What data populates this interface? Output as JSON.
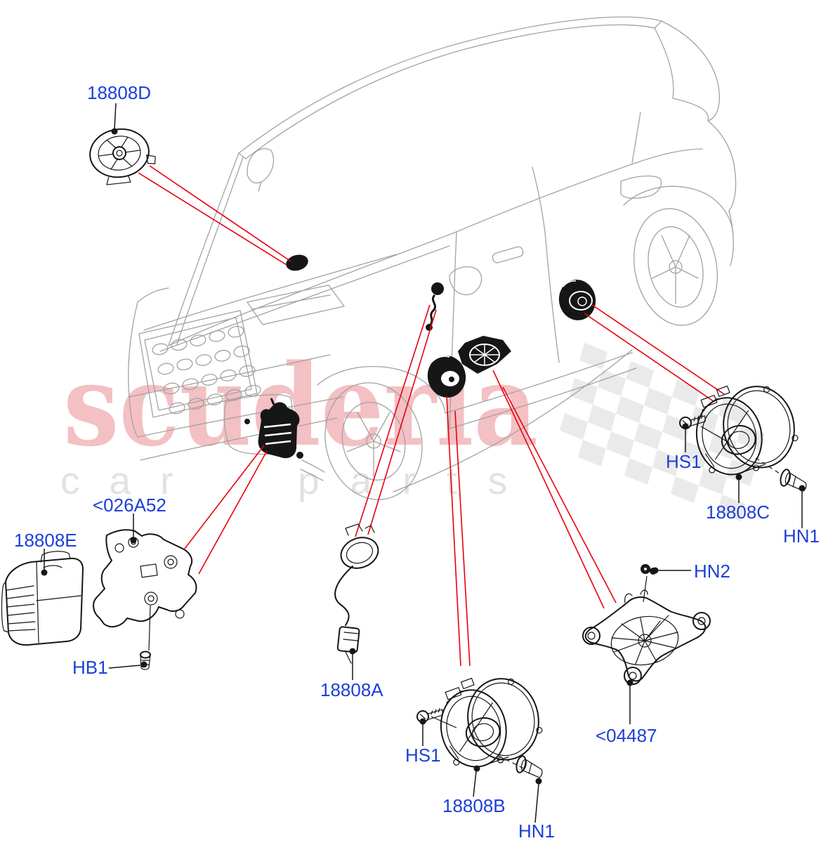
{
  "diagram": {
    "type": "vehicle-parts-exploded-diagram",
    "vehicle_icons": [
      "front-dash-speaker-location",
      "a-pillar-tweeter-location",
      "front-door-speaker-location",
      "front-door-bracket-location",
      "rear-door-speaker-location",
      "front-bumper-amplifier-location"
    ]
  },
  "watermark": {
    "brand": "scuderia",
    "word1": "car",
    "word2": "parts"
  },
  "colors": {
    "label_blue": "#1c3fd9",
    "leader_red": "#e8000d",
    "line_black": "#161616",
    "car_gray": "#a2a2a2",
    "brand_pink": "#f3c0c3",
    "watermark_gray": "#e2e2e2",
    "checker_gray": "#eaeaea"
  },
  "callouts": {
    "d18808D": {
      "label": "18808D",
      "part": "dash-speaker-icon"
    },
    "c026A52": {
      "label": "<026A52",
      "part": "amplifier-bracket-icon"
    },
    "d18808E": {
      "label": "18808E",
      "part": "subwoofer-amplifier-icon"
    },
    "hb1": {
      "label": "HB1",
      "part": "bolt-icon"
    },
    "d18808A": {
      "label": "18808A",
      "part": "tweeter-harness-icon"
    },
    "hs1_front": {
      "label": "HS1",
      "part": "screw-icon"
    },
    "d18808B": {
      "label": "18808B",
      "part": "front-door-speaker-icon"
    },
    "hn1_front": {
      "label": "HN1",
      "part": "push-pin-icon"
    },
    "hs1_rear": {
      "label": "HS1",
      "part": "screw-icon"
    },
    "d18808C": {
      "label": "18808C",
      "part": "rear-door-speaker-icon"
    },
    "hn1_rear": {
      "label": "HN1",
      "part": "push-pin-icon"
    },
    "hn2": {
      "label": "HN2",
      "part": "nut-icon"
    },
    "c04487": {
      "label": "<04487",
      "part": "speaker-star-bracket-icon"
    }
  }
}
